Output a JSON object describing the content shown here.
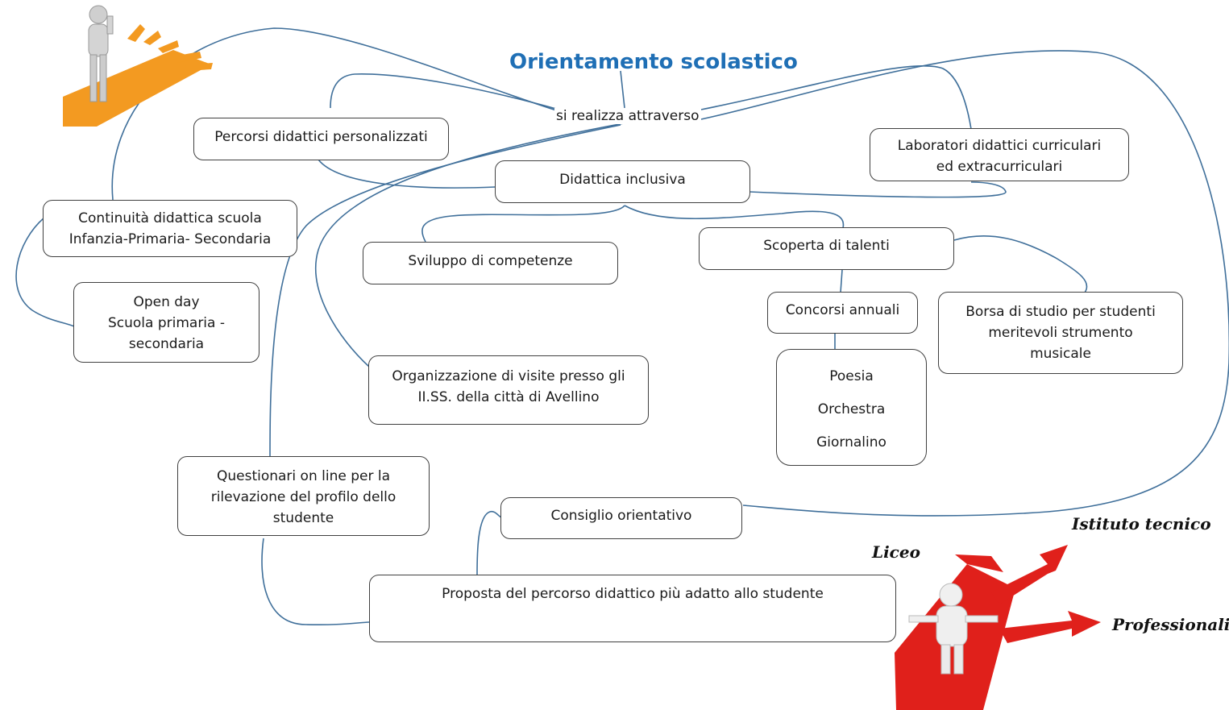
{
  "title": "Orientamento scolastico",
  "connector": "si realizza attraverso",
  "boxes": {
    "percorsi": "Percorsi didattici personalizzati",
    "didattica": "Didattica inclusiva",
    "laboratori": [
      "Laboratori didattici curriculari",
      "ed extracurriculari"
    ],
    "continuita": [
      "Continuità didattica scuola",
      "Infanzia-Primaria- Secondaria"
    ],
    "sviluppo": "Sviluppo di competenze",
    "talenti": "Scoperta di talenti",
    "openday": [
      "Open day",
      "Scuola primaria -",
      "secondaria"
    ],
    "concorsi": "Concorsi annuali",
    "borsa": [
      "Borsa di studio per  studenti",
      "meritevoli strumento",
      "musicale"
    ],
    "visite": [
      "Organizzazione di visite presso gli",
      "II.SS. della città di Avellino"
    ],
    "poesia": [
      "Poesia",
      "Orchestra",
      "Giornalino"
    ],
    "questionari": [
      "Questionari on line per la",
      "rilevazione del profilo dello",
      "studente"
    ],
    "consiglio": "Consiglio orientativo",
    "proposta": "Proposta del percorso didattico più adatto allo studente"
  },
  "illustration_labels": {
    "istituto": "Istituto tecnico",
    "liceo": "Liceo",
    "professionali": "Professionali"
  },
  "colors": {
    "title": "#1f6fb5",
    "lines": "#3f6f9a",
    "orange": "#f39a21",
    "red": "#e0201b"
  }
}
